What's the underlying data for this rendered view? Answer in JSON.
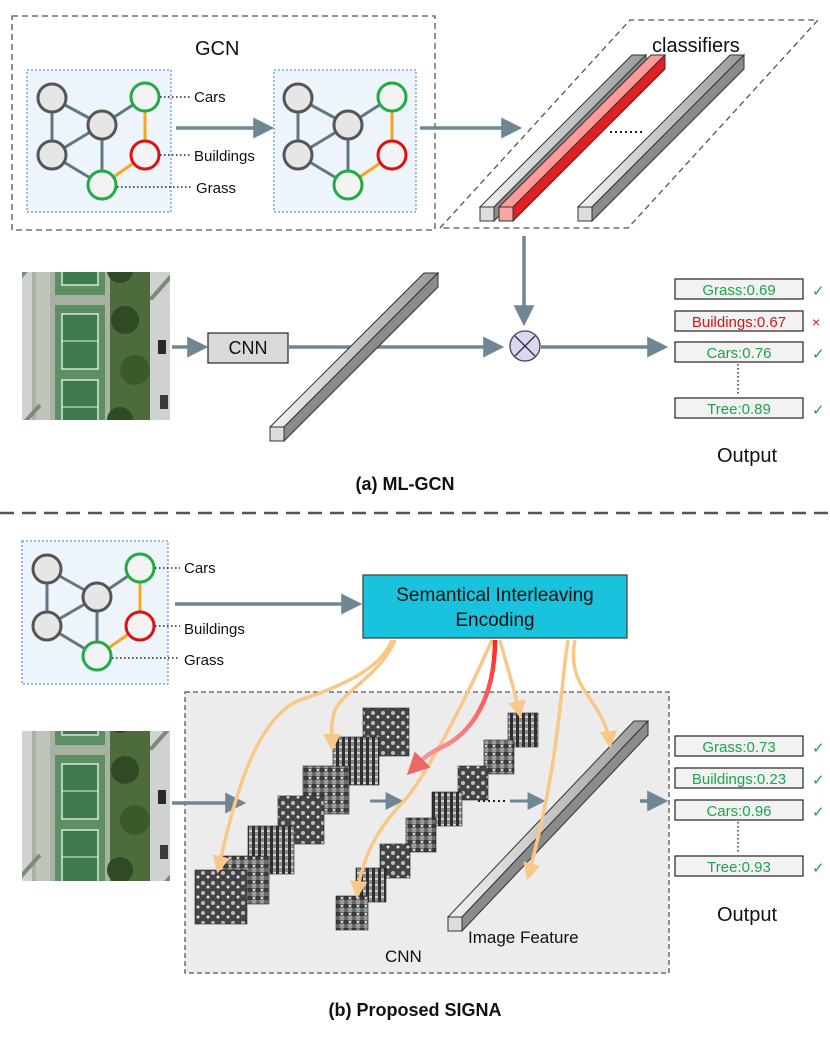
{
  "part_a": {
    "caption": "(a) ML-GCN",
    "gcn_title": "GCN",
    "graph_labels": [
      "Cars",
      "Buildings",
      "Grass"
    ],
    "classifiers_label": "classifiers",
    "cnn_label": "CNN",
    "output_label": "Output",
    "outputs": [
      {
        "text": "Grass:0.69",
        "correct": true
      },
      {
        "text": "Buildings:0.67",
        "correct": false
      },
      {
        "text": "Cars:0.76",
        "correct": true
      },
      {
        "text": "Tree:0.89",
        "correct": true
      }
    ]
  },
  "part_b": {
    "caption": "(b) Proposed SIGNA",
    "graph_labels": [
      "Cars",
      "Buildings",
      "Grass"
    ],
    "sie_line1": "Semantical Interleaving",
    "sie_line2": "Encoding",
    "cnn_label": "CNN",
    "image_feature_label": "Image Feature",
    "output_label": "Output",
    "outputs": [
      {
        "text": "Grass:0.73",
        "correct": true
      },
      {
        "text": "Buildings:0.23",
        "correct": true
      },
      {
        "text": "Cars:0.96",
        "correct": true
      },
      {
        "text": "Tree:0.93",
        "correct": true
      }
    ]
  },
  "symbols": {
    "check": "✓",
    "cross": "×"
  },
  "colors": {
    "green_node": "#22aa44",
    "red_node": "#dd1111",
    "gray_node": "#555555",
    "orange_edge": "#f5a623",
    "edge": "#5e7886",
    "arrow": "#6f8694",
    "sie_box": "#19c2dd",
    "correct_text": "#1aa64a",
    "wrong_text": "#dd1111",
    "curve_arrow": "#f9c888"
  }
}
